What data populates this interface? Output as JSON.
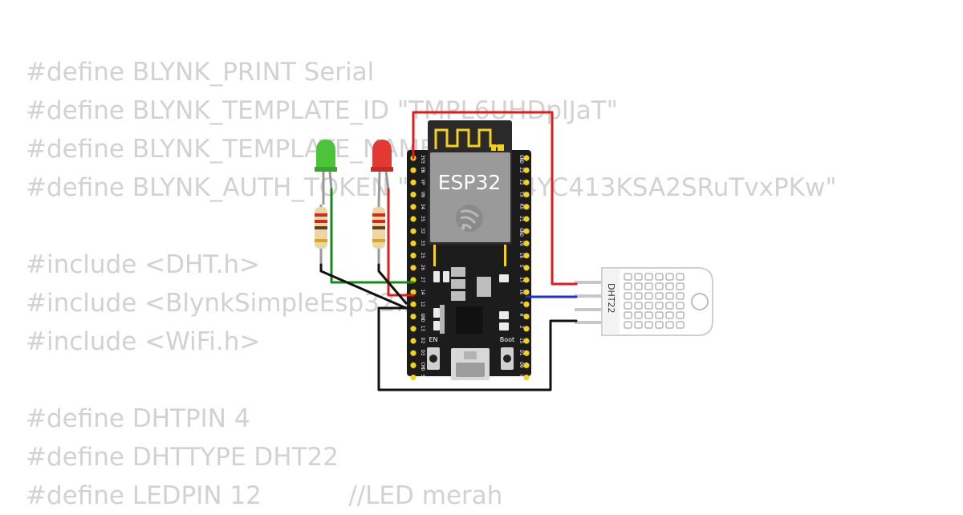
{
  "code_lines": [
    "#define BLYNK_PRINT Serial",
    "#define BLYNK_TEMPLATE_ID \"TMPL6UHDplJaT\"",
    "#define BLYNK_TEMPLATE_NAME \"\"",
    "#define BLYNK_AUTH_TOKEN \"s8Zg-lEG4YC413KSA2SRuTvxPKw\"",
    "",
    "#include <DHT.h>",
    "#include <BlynkSimpleEsp32.h>",
    "#include <WiFi.h>",
    "",
    "#define DHTPIN 4",
    "#define DHTTYPE DHT22",
    "#define LEDPIN 12           //LED merah"
  ],
  "board": {
    "module_label": "ESP32",
    "left_pins": [
      "3V3",
      "EN",
      "VP",
      "VN",
      "34",
      "35",
      "32",
      "33",
      "25",
      "26",
      "27",
      "14",
      "12",
      "GND",
      "13",
      "D2",
      "D3",
      "CMD",
      "5V"
    ],
    "right_pins": [
      "GND",
      "23",
      "22",
      "TX",
      "RX",
      "21",
      "GND",
      "19",
      "18",
      "5",
      "17",
      "16",
      "4",
      "0",
      "2",
      "15",
      "D1",
      "D0",
      "CLK"
    ],
    "button_en": "EN",
    "button_boot": "Boot"
  },
  "sensor": {
    "label": "DHT22"
  },
  "colors": {
    "code_text": "#d2d2d2",
    "wire_red": "#e01b1b",
    "wire_green": "#178a17",
    "wire_blue": "#1d2fd6",
    "wire_black": "#111111",
    "board": "#1a1a1a",
    "pin": "#f5d218",
    "led_green": "#4cc43a",
    "led_red": "#e23a32"
  }
}
